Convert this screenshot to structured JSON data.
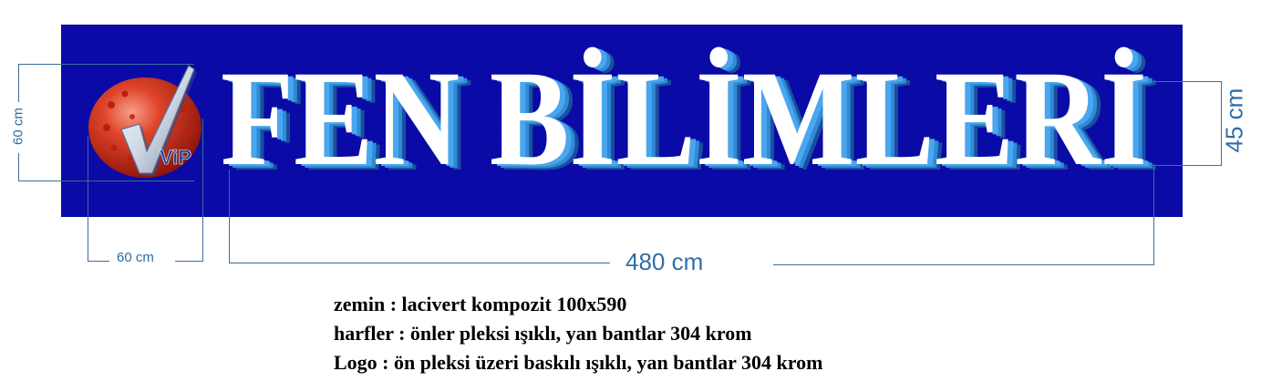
{
  "sign": {
    "title": "FEN BİLİMLERİ",
    "colors": {
      "board": "#0a0aa6",
      "letter_face": "#ffffff",
      "letter_side": "#2f8bd8",
      "logo_sphere": "#d83a22",
      "dimension_line": "#3d6d9a"
    },
    "logo": {
      "icon": "vip-check-sphere-logo",
      "text": "ViP"
    }
  },
  "dimensions": {
    "logo_height": "60 cm",
    "logo_width": "60 cm",
    "text_width": "480 cm",
    "text_height": "45 cm"
  },
  "notes": [
    "zemin : lacivert kompozit 100x590",
    "harfler : önler pleksi ışıklı, yan bantlar 304 krom",
    "Logo : ön pleksi üzeri baskılı ışıklı, yan bantlar 304 krom"
  ]
}
